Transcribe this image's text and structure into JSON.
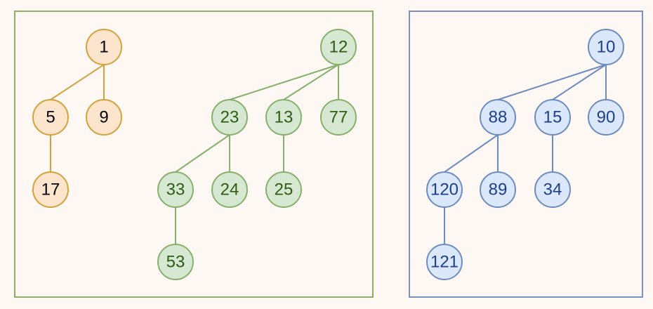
{
  "colors": {
    "background": "#fdf8f4",
    "left_panel_border": "#8fae6a",
    "right_panel_border": "#7b93c1",
    "orange_fill": "#fce5cc",
    "orange_stroke": "#d4a23b",
    "orange_text": "#000000",
    "green_fill": "#d6e8d2",
    "green_stroke": "#86b06b",
    "green_text": "#2e5c14",
    "blue_fill": "#dbe7fb",
    "blue_stroke": "#6d8cbf",
    "blue_text": "#1d3f8c"
  },
  "panels": [
    {
      "name": "left-panel",
      "trees": [
        {
          "name": "tree-1",
          "color": "orange",
          "nodes": [
            {
              "id": "n1",
              "label": "1"
            },
            {
              "id": "n5",
              "label": "5"
            },
            {
              "id": "n9",
              "label": "9"
            },
            {
              "id": "n17",
              "label": "17"
            }
          ],
          "edges": [
            [
              "n1",
              "n5"
            ],
            [
              "n1",
              "n9"
            ],
            [
              "n5",
              "n17"
            ]
          ]
        },
        {
          "name": "tree-12",
          "color": "green",
          "nodes": [
            {
              "id": "n12",
              "label": "12"
            },
            {
              "id": "n23",
              "label": "23"
            },
            {
              "id": "n13",
              "label": "13"
            },
            {
              "id": "n77",
              "label": "77"
            },
            {
              "id": "n33",
              "label": "33"
            },
            {
              "id": "n24",
              "label": "24"
            },
            {
              "id": "n25",
              "label": "25"
            },
            {
              "id": "n53",
              "label": "53"
            }
          ],
          "edges": [
            [
              "n12",
              "n23"
            ],
            [
              "n12",
              "n13"
            ],
            [
              "n12",
              "n77"
            ],
            [
              "n23",
              "n33"
            ],
            [
              "n23",
              "n24"
            ],
            [
              "n13",
              "n25"
            ],
            [
              "n33",
              "n53"
            ]
          ]
        }
      ]
    },
    {
      "name": "right-panel",
      "trees": [
        {
          "name": "tree-10",
          "color": "blue",
          "nodes": [
            {
              "id": "n10",
              "label": "10"
            },
            {
              "id": "n88",
              "label": "88"
            },
            {
              "id": "n15",
              "label": "15"
            },
            {
              "id": "n90",
              "label": "90"
            },
            {
              "id": "n120",
              "label": "120"
            },
            {
              "id": "n89",
              "label": "89"
            },
            {
              "id": "n34",
              "label": "34"
            },
            {
              "id": "n121",
              "label": "121"
            }
          ],
          "edges": [
            [
              "n10",
              "n88"
            ],
            [
              "n10",
              "n15"
            ],
            [
              "n10",
              "n90"
            ],
            [
              "n88",
              "n120"
            ],
            [
              "n88",
              "n89"
            ],
            [
              "n15",
              "n34"
            ],
            [
              "n120",
              "n121"
            ]
          ]
        }
      ]
    }
  ]
}
